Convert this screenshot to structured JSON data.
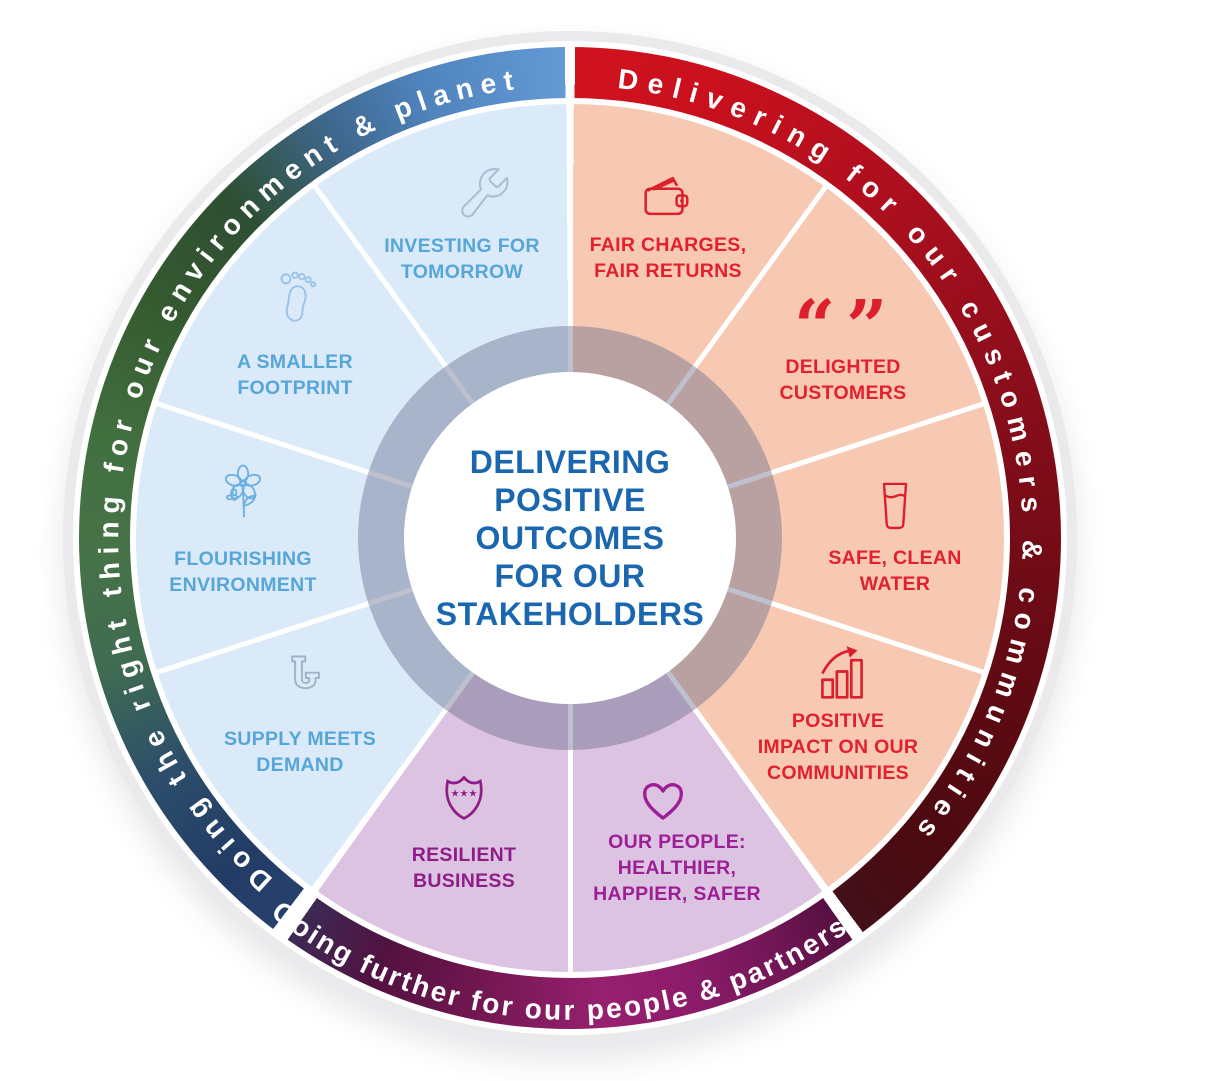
{
  "center_title": {
    "lines": [
      "DELIVERING",
      "POSITIVE",
      "OUTCOMES",
      "FOR OUR",
      "STAKEHOLDERS"
    ],
    "text_color": "#1a67b0"
  },
  "arc_labels": [
    {
      "name": "environment",
      "text": "Doing the right thing for our environment & planet"
    },
    {
      "name": "customers",
      "text": "Delivering for our customers & communities"
    },
    {
      "name": "people",
      "text": "Going further for our people & partners"
    }
  ],
  "segments": [
    {
      "name": "fair-charges-fair-returns",
      "icon": "wallet-icon",
      "section": "customers",
      "lines": [
        "FAIR CHARGES,",
        "FAIR RETURNS"
      ]
    },
    {
      "name": "delighted-customers",
      "icon": "quote-marks-icon",
      "section": "customers",
      "lines": [
        "DELIGHTED",
        "CUSTOMERS"
      ]
    },
    {
      "name": "safe-clean-water",
      "icon": "water-glass-icon",
      "section": "customers",
      "lines": [
        "SAFE, CLEAN",
        "WATER"
      ]
    },
    {
      "name": "positive-impact-on-our-communities",
      "icon": "growth-chart-icon",
      "section": "customers",
      "lines": [
        "POSITIVE",
        "IMPACT ON OUR",
        "COMMUNITIES"
      ]
    },
    {
      "name": "our-people-healthier-happier-safer",
      "icon": "heart-icon",
      "section": "people",
      "lines": [
        "OUR PEOPLE:",
        "HEALTHIER,",
        "HAPPIER, SAFER"
      ]
    },
    {
      "name": "resilient-business",
      "icon": "shield-icon",
      "section": "people",
      "lines": [
        "RESILIENT",
        "BUSINESS"
      ]
    },
    {
      "name": "supply-meets-demand",
      "icon": "pipe-icon",
      "section": "environment",
      "lines": [
        "SUPPLY MEETS",
        "DEMAND"
      ]
    },
    {
      "name": "flourishing-environment",
      "icon": "flower-icon",
      "section": "environment",
      "lines": [
        "FLOURISHING",
        "ENVIRONMENT"
      ]
    },
    {
      "name": "a-smaller-footprint",
      "icon": "footprint-icon",
      "section": "environment",
      "lines": [
        "A SMALLER",
        "FOOTPRINT"
      ]
    },
    {
      "name": "investing-for-tomorrow",
      "icon": "wrench-icon",
      "section": "environment",
      "lines": [
        "INVESTING FOR",
        "TOMORROW"
      ]
    }
  ],
  "colors": {
    "center_text": "#1a67b0",
    "segment_blue_bg": "#daeaf8",
    "segment_peach_bg": "#f7c9b3",
    "segment_lavender_bg": "#dcc3e1",
    "label_blue": "#57a6da",
    "label_red": "#e3202d",
    "label_purple": "#8f1d88",
    "ring_red": "#b00f1e",
    "ring_green_blue": "#3f6b52",
    "ring_purple": "#8e1c6b",
    "ring_text": "#ffffff"
  }
}
